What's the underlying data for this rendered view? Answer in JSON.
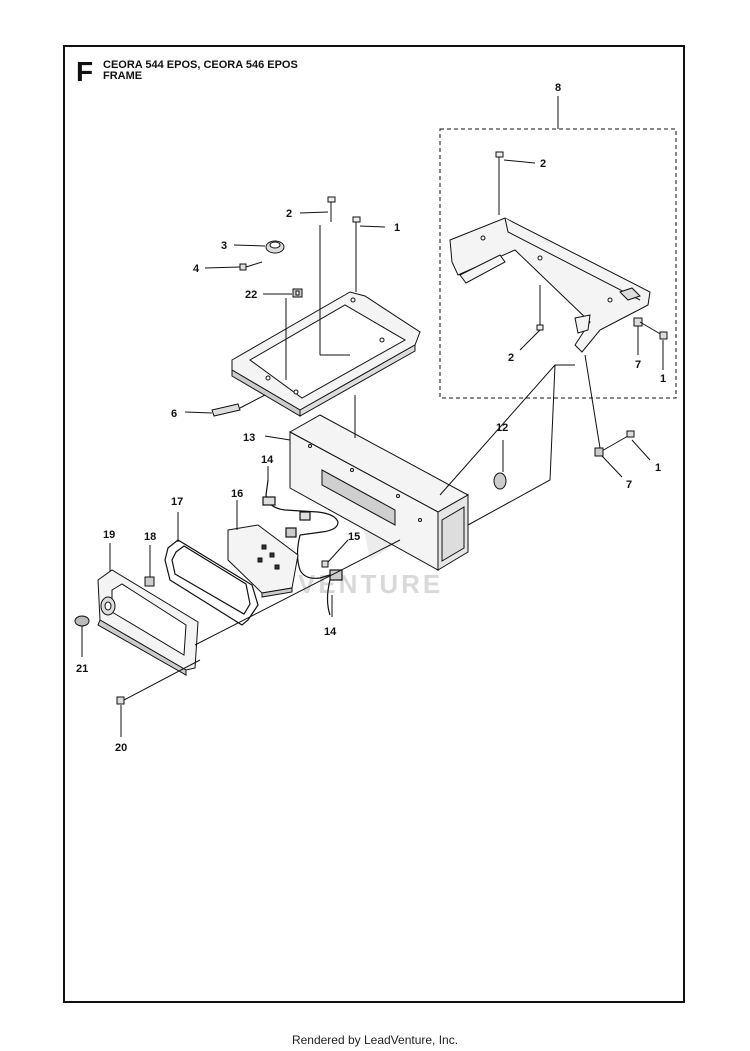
{
  "header": {
    "section_letter": "F",
    "title_line1": "CEORA 544 EPOS, CEORA 546 EPOS",
    "title_line2": "FRAME"
  },
  "watermark": "VENTURE",
  "callouts": {
    "c8": "8",
    "c2_kit_top": "2",
    "c2_top": "2",
    "c1_top": "1",
    "c3": "3",
    "c4": "4",
    "c22": "22",
    "c2_kit_bottom": "2",
    "c7_kit": "7",
    "c1_kit": "1",
    "c6": "6",
    "c13": "13",
    "c12": "12",
    "c1_right": "1",
    "c7_right": "7",
    "c14_top": "14",
    "c16": "16",
    "c17": "17",
    "c19": "19",
    "c18": "18",
    "c15": "15",
    "c14_bottom": "14",
    "c21": "21",
    "c20": "20"
  },
  "footer": "Rendered by LeadVenture, Inc.",
  "colors": {
    "ink": "#111111",
    "part_fill": "#f4f4f4",
    "shade": "#cfcfcf",
    "watermark": "#d9d9d9"
  }
}
